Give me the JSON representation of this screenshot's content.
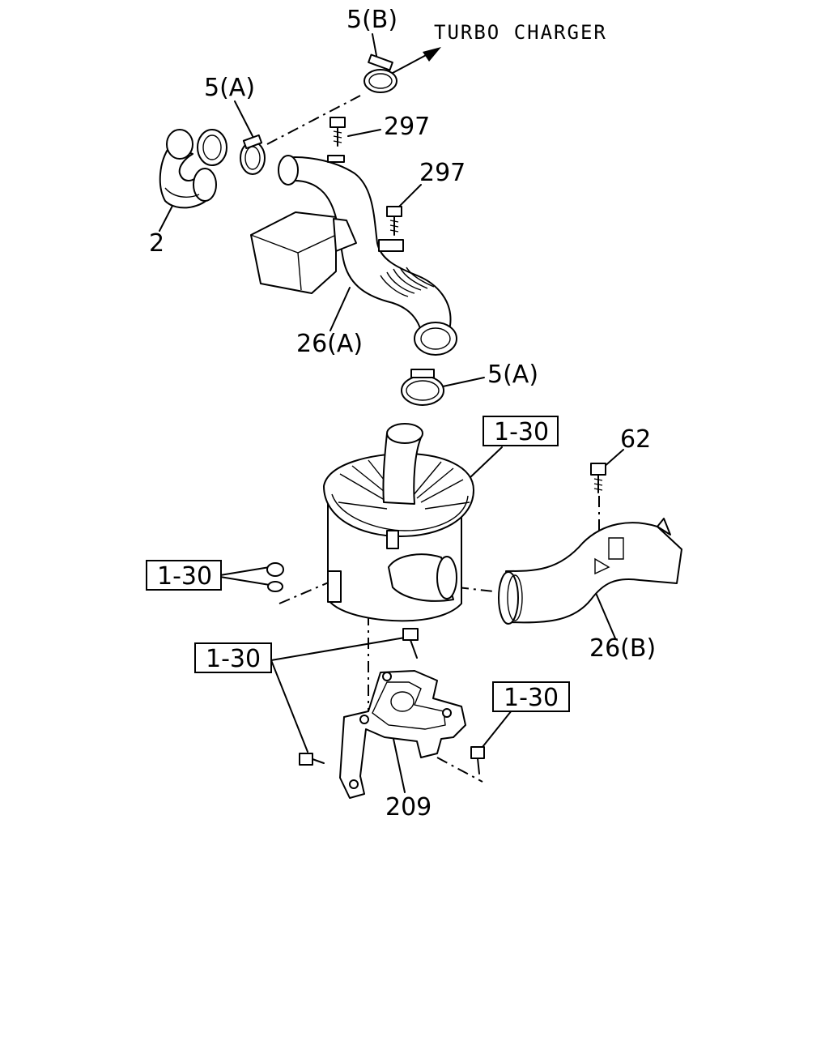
{
  "diagram": {
    "callouts": {
      "turbo": "TURBO CHARGER",
      "clamp_b": "5(B)",
      "clamp_a_top": "5(A)",
      "clamp_a_bottom": "5(A)",
      "bolt_297_a": "297",
      "bolt_297_b": "297",
      "hose_2": "2",
      "duct_26a": "26(A)",
      "ref_1_30_top": "1-30",
      "bolt_62": "62",
      "ref_1_30_left": "1-30",
      "duct_26b": "26(B)",
      "ref_1_30_mid": "1-30",
      "ref_1_30_right": "1-30",
      "bracket_209": "209"
    }
  }
}
